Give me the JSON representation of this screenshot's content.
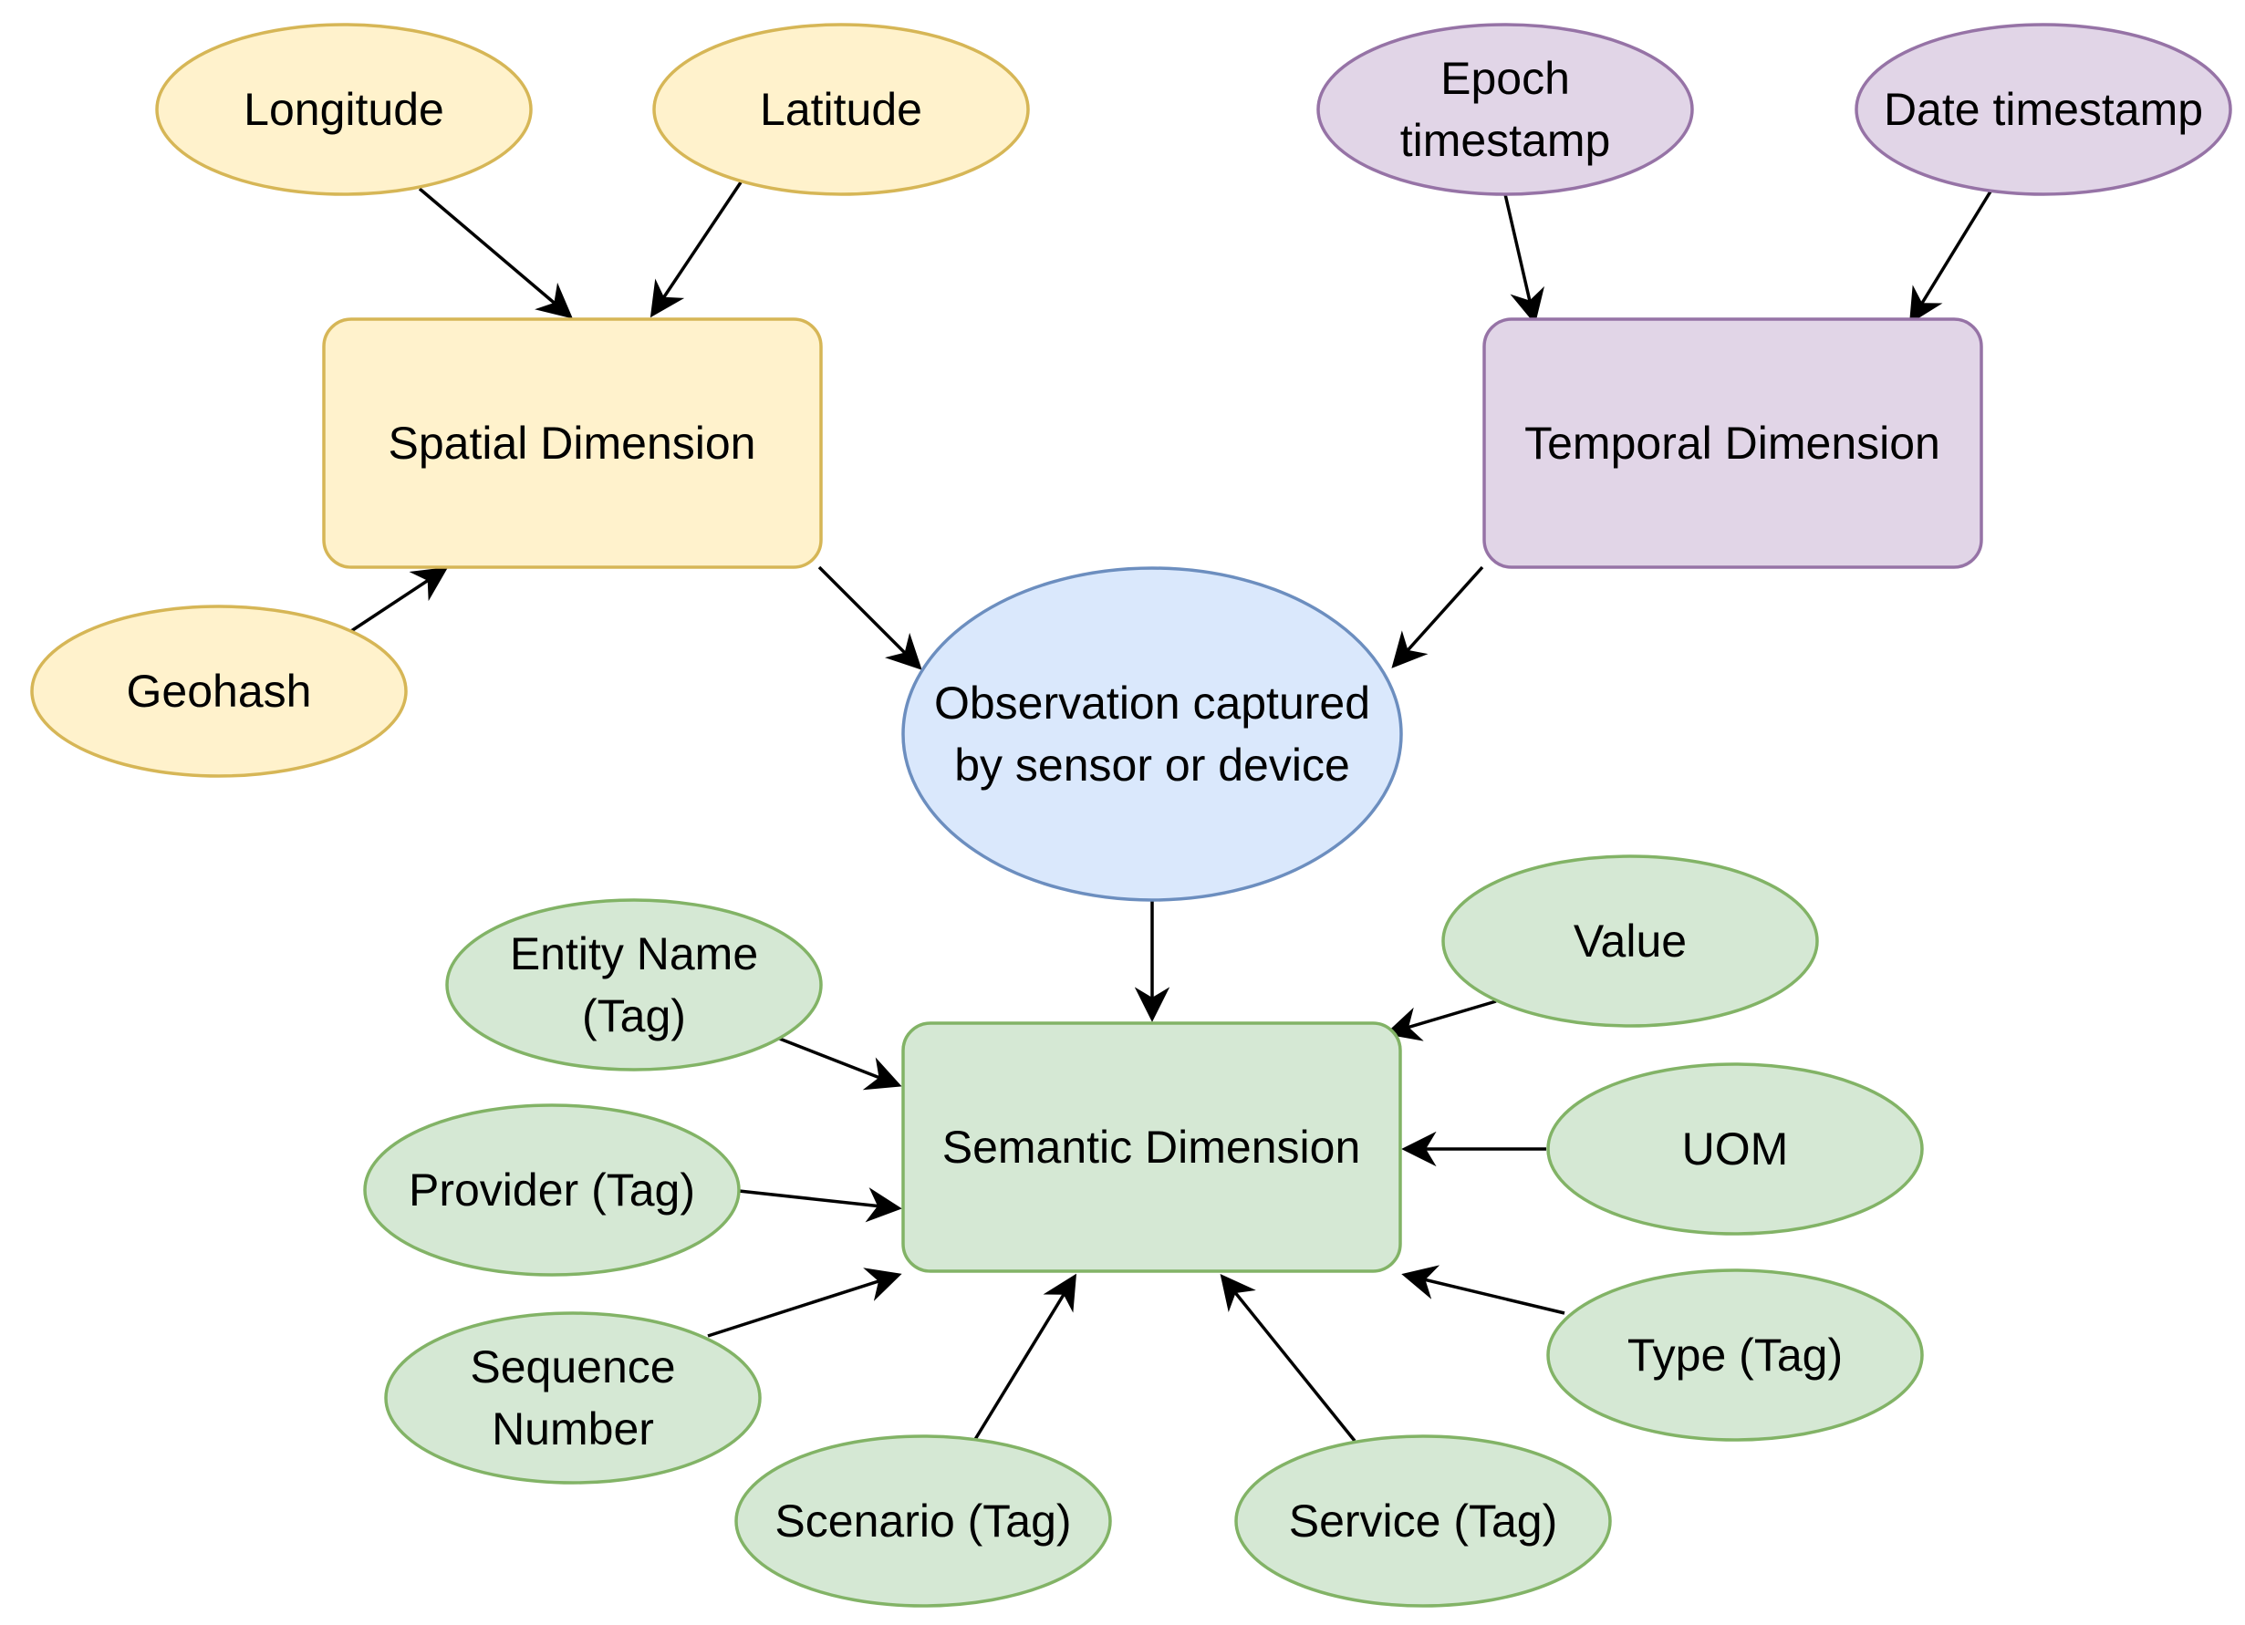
{
  "colors": {
    "spatial_fill": "#fff2cc",
    "spatial_stroke": "#d6b656",
    "temporal_fill": "#e1d5e7",
    "temporal_stroke": "#9673a6",
    "observation_fill": "#dae8fc",
    "observation_stroke": "#6c8ebf",
    "semantic_fill": "#d5e8d4",
    "semantic_stroke": "#82b366",
    "edge": "#000000"
  },
  "nodes": {
    "longitude": {
      "lines": [
        "Longitude"
      ]
    },
    "latitude": {
      "lines": [
        "Latitude"
      ]
    },
    "geohash": {
      "lines": [
        "Geohash"
      ]
    },
    "spatial_dimension": {
      "lines": [
        "Spatial Dimension"
      ]
    },
    "epoch_timestamp": {
      "lines": [
        "Epoch",
        "timestamp"
      ]
    },
    "date_timestamp": {
      "lines": [
        "Date timestamp"
      ]
    },
    "temporal_dimension": {
      "lines": [
        "Temporal Dimension"
      ]
    },
    "observation": {
      "lines": [
        "Observation captured",
        "by sensor or device"
      ]
    },
    "semantic_dimension": {
      "lines": [
        "Semantic Dimension"
      ]
    },
    "entity_name": {
      "lines": [
        "Entity Name",
        "(Tag)"
      ]
    },
    "provider": {
      "lines": [
        "Provider (Tag)"
      ]
    },
    "sequence_number": {
      "lines": [
        "Sequence",
        "Number"
      ]
    },
    "scenario": {
      "lines": [
        "Scenario (Tag)"
      ]
    },
    "service": {
      "lines": [
        "Service (Tag)"
      ]
    },
    "type": {
      "lines": [
        "Type (Tag)"
      ]
    },
    "uom": {
      "lines": [
        "UOM"
      ]
    },
    "value": {
      "lines": [
        "Value"
      ]
    }
  }
}
